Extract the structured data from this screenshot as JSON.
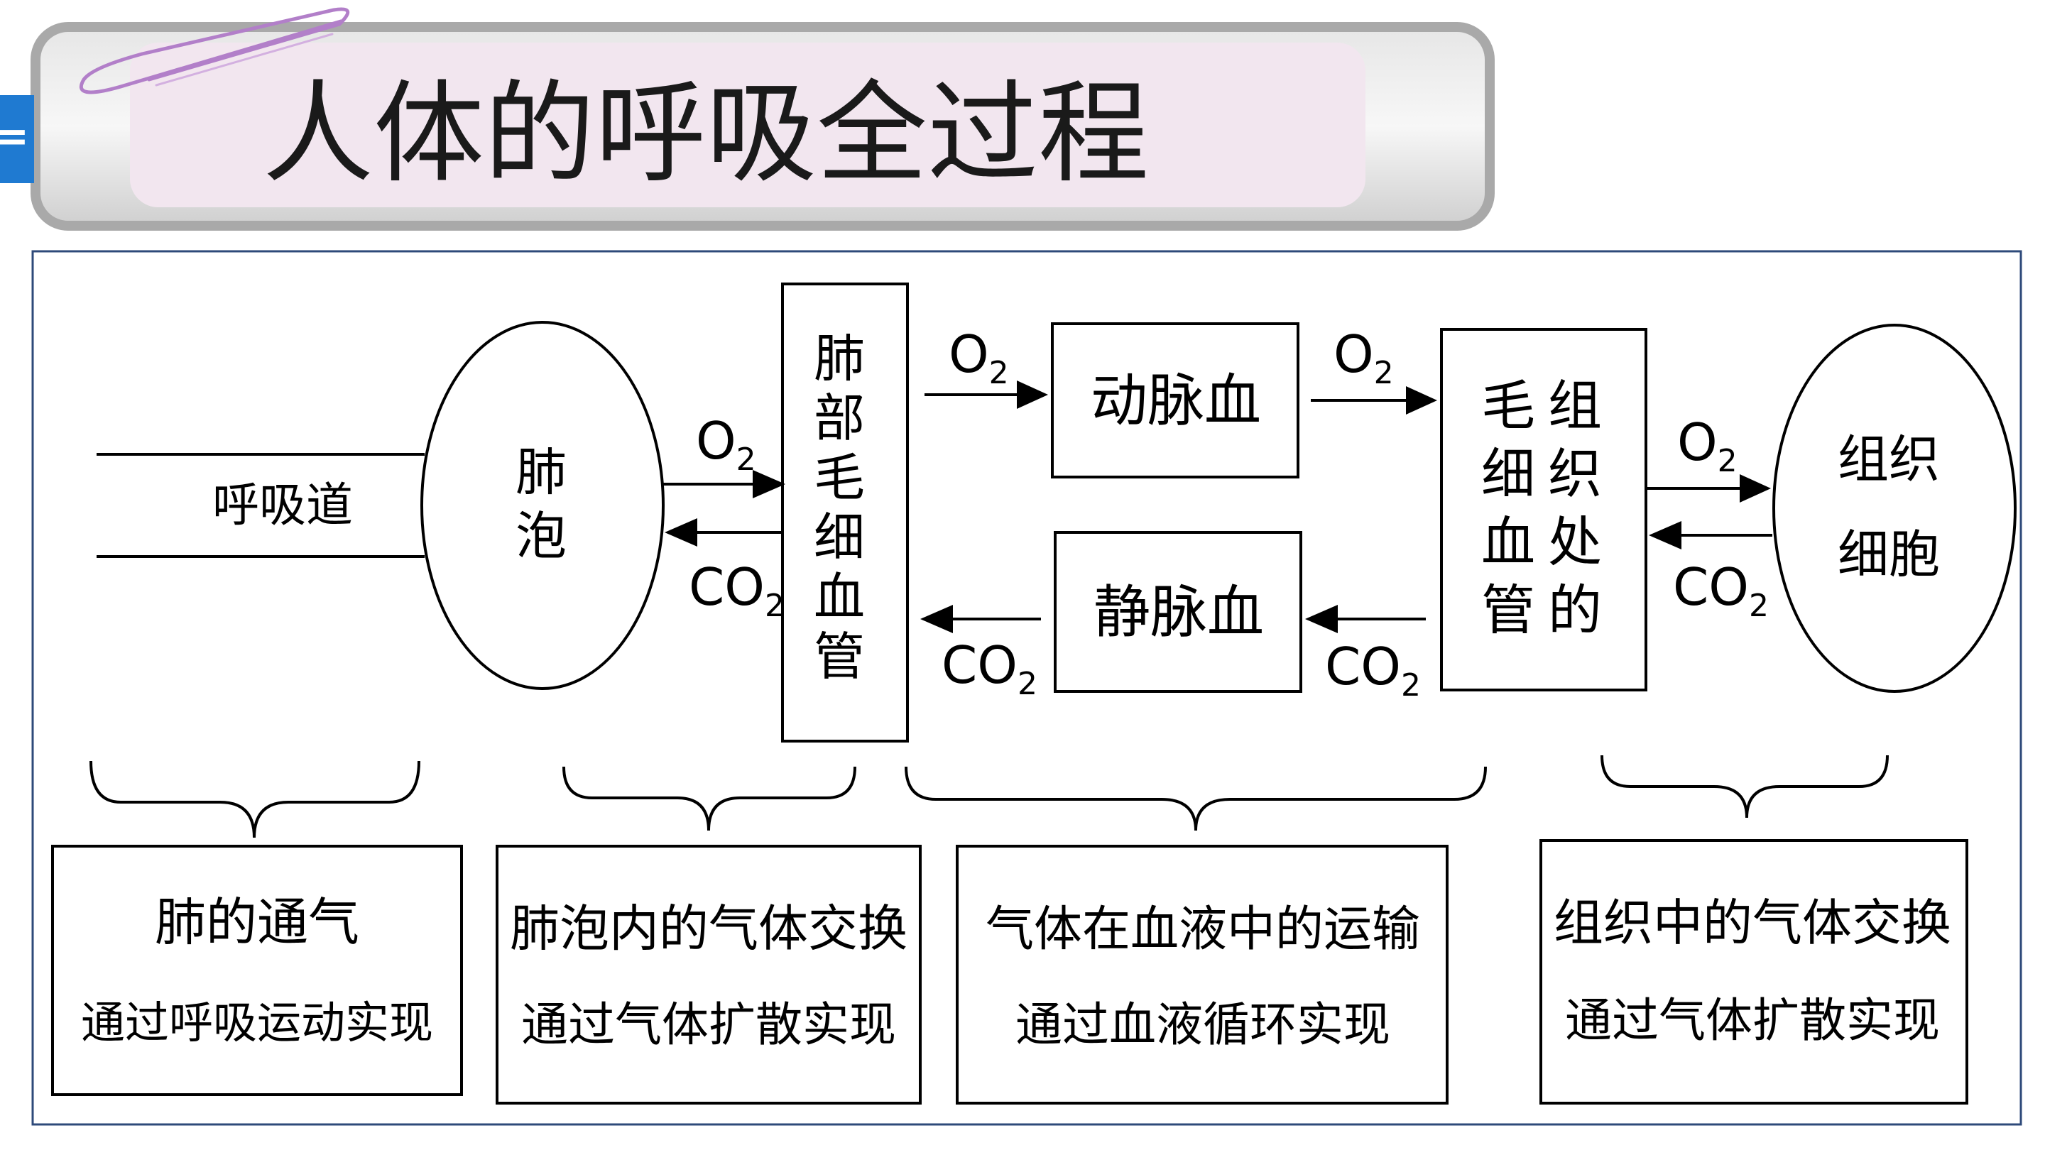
{
  "slide": {
    "title": "人体的呼吸全过程",
    "nav_tab_glyph": "="
  },
  "diagram": {
    "nodes": {
      "airway": "呼吸道",
      "alveolus": [
        "肺",
        "泡"
      ],
      "lung_capillary": [
        "肺",
        "部",
        "毛",
        "细",
        "血",
        "管"
      ],
      "arterial_blood": "动脉血",
      "venous_blood": "静脉血",
      "tissue_capillary_col1": [
        "毛",
        "细",
        "血",
        "管"
      ],
      "tissue_capillary_col2": [
        "组",
        "织",
        "处",
        "的"
      ],
      "tissue_cell": [
        "组织",
        "细胞"
      ]
    },
    "gases": {
      "o2": {
        "main": "O",
        "sub": "2"
      },
      "co2": {
        "main": "CO",
        "sub": "2"
      }
    },
    "stages": [
      {
        "title": "肺的通气",
        "method": "通过呼吸运动实现"
      },
      {
        "title": "肺泡内的气体交换",
        "method": "通过气体扩散实现"
      },
      {
        "title": "气体在血液中的运输",
        "method": "通过血液循环实现"
      },
      {
        "title": "组织中的气体交换",
        "method": "通过气体扩散实现"
      }
    ]
  },
  "colors": {
    "title_banner_fill": "#f2e6ef",
    "banner_frame": "#b0b0b0",
    "nav_tab": "#1f7ad1",
    "paperclip": "#b27fc9",
    "diagram_frame": "#2e4a7a",
    "ink": "#000000"
  }
}
